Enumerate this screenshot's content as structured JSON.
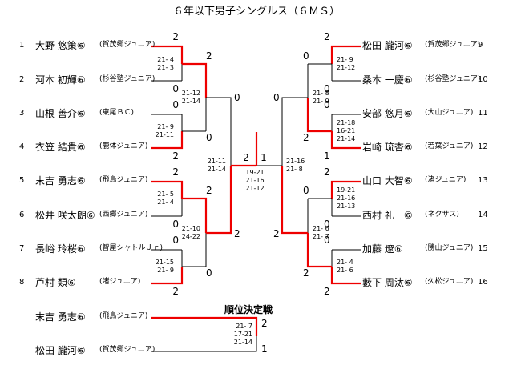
{
  "title": "６年以下男子シングルス（６ＭＳ）",
  "colors": {
    "win": "#ee0000",
    "line": "#000000"
  },
  "left_players": [
    {
      "num": "1",
      "name": "大野 悠策⑥",
      "club": "(賀茂郷ジュニア)"
    },
    {
      "num": "2",
      "name": "河本 初輝⑥",
      "club": "(杉谷塾ジュニア)"
    },
    {
      "num": "3",
      "name": "山根 善介⑥",
      "club": "(東尾ＢＣ)"
    },
    {
      "num": "4",
      "name": "衣笠 結貴⑥",
      "club": "(鹿体ジュニア)"
    },
    {
      "num": "5",
      "name": "末吉 勇志⑥",
      "club": "(飛鳥ジュニア)"
    },
    {
      "num": "6",
      "name": "松井 咲太朗⑥",
      "club": "(西郷ジュニア)"
    },
    {
      "num": "7",
      "name": "長峪 玲桜⑥",
      "club": "(智屋シャトルＪｒ)"
    },
    {
      "num": "8",
      "name": "芦村 類⑥",
      "club": "(渚ジュニア)"
    }
  ],
  "right_players": [
    {
      "num": "9",
      "name": "松田 朧河⑥",
      "club": "(賀茂郷ジュニア)"
    },
    {
      "num": "10",
      "name": "桑本 一慶⑥",
      "club": "(杉谷塾ジュニア)"
    },
    {
      "num": "11",
      "name": "安部 悠月⑥",
      "club": "(大山ジュニア)"
    },
    {
      "num": "12",
      "name": "岩崎 琉杏⑥",
      "club": "(若葉ジュニア)"
    },
    {
      "num": "13",
      "name": "山口 大智⑥",
      "club": "(渚ジュニア)"
    },
    {
      "num": "14",
      "name": "西村 礼一⑥",
      "club": "(ネクサス)"
    },
    {
      "num": "15",
      "name": "加藤 遼⑥",
      "club": "(勝山ジュニア)"
    },
    {
      "num": "16",
      "name": "藪下 周汰⑥",
      "club": "(久松ジュニア)"
    }
  ],
  "r1_scores": [
    [
      "21- 4",
      "21- 3"
    ],
    [
      "21- 9",
      "21-11"
    ],
    [
      "21- 5",
      "21- 4"
    ],
    [
      "21-15",
      "21- 9"
    ],
    [
      "21- 9",
      "21-12"
    ],
    [
      "21-18",
      "16-21",
      "21-14"
    ],
    [
      "19-21",
      "21-16",
      "21-13"
    ],
    [
      "21- 4",
      "21- 6"
    ]
  ],
  "r1_games": [
    [
      "2",
      "0"
    ],
    [
      "0",
      "2"
    ],
    [
      "2",
      "0"
    ],
    [
      "0",
      "2"
    ],
    [
      "2",
      "0"
    ],
    [
      "0",
      "1"
    ],
    [
      "2",
      "0"
    ],
    [
      "0",
      "2"
    ]
  ],
  "r2_scores": [
    [
      "21-12",
      "21-14"
    ],
    [
      "21-10",
      "24-22"
    ],
    [
      "21- 8",
      "21- 9"
    ],
    [
      "21- 6",
      "21- 7"
    ]
  ],
  "r2_games": [
    [
      "2",
      "0"
    ],
    [
      "2",
      "0"
    ],
    [
      "0",
      "2"
    ],
    [
      "0",
      "2"
    ]
  ],
  "r3_scores": [
    [
      "21-11",
      "21-14"
    ],
    [
      "21-16",
      "21- 8"
    ]
  ],
  "r3_games": [
    "0",
    "2"
  ],
  "final_scores": [
    "19-21",
    "21-16",
    "21-12"
  ],
  "final_games": [
    "2",
    "1"
  ],
  "playoff": {
    "title": "順位決定戦",
    "players": [
      {
        "name": "末吉 勇志⑥",
        "club": "(飛鳥ジュニア)"
      },
      {
        "name": "松田 朧河⑥",
        "club": "(賀茂郷ジュニア)"
      }
    ],
    "scores": [
      "21- 7",
      "17-21",
      "21-14"
    ],
    "games": [
      "2",
      "1"
    ]
  }
}
